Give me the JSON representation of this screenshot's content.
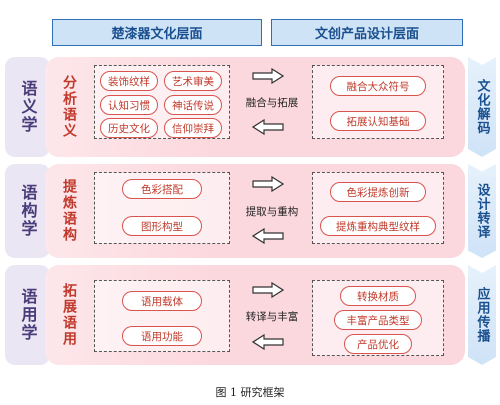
{
  "header": {
    "left": "楚漆器文化层面",
    "right": "文创产品设计层面"
  },
  "rows": [
    {
      "category": "语义学",
      "label": "分析语义",
      "left_items": [
        "装饰纹样",
        "艺术审美",
        "认知习惯",
        "神话传说",
        "历史文化",
        "信仰崇拜"
      ],
      "mid": "融合与拓展",
      "right_items": [
        "融合大众符号",
        "拓展认知基础"
      ],
      "side": "文化解码"
    },
    {
      "category": "语构学",
      "label": "提炼语构",
      "left_items": [
        "色彩搭配",
        "图形构型"
      ],
      "mid": "提取与重构",
      "right_items": [
        "色彩提炼创新",
        "提炼重构典型纹样"
      ],
      "side": "设计转译"
    },
    {
      "category": "语用学",
      "label": "拓展语用",
      "left_items": [
        "语用载体",
        "语用功能"
      ],
      "mid": "转译与丰富",
      "right_items": [
        "转换材质",
        "丰富产品类型",
        "产品优化"
      ],
      "side": "应用传播"
    }
  ],
  "caption": "图 1 研究框架",
  "colors": {
    "header_border": "#2e6fb7",
    "header_fill": "#cfe3f7",
    "accent_red": "#c0392b",
    "band_pink": "#fbd8de",
    "category_purple": "#4a3b7a"
  }
}
